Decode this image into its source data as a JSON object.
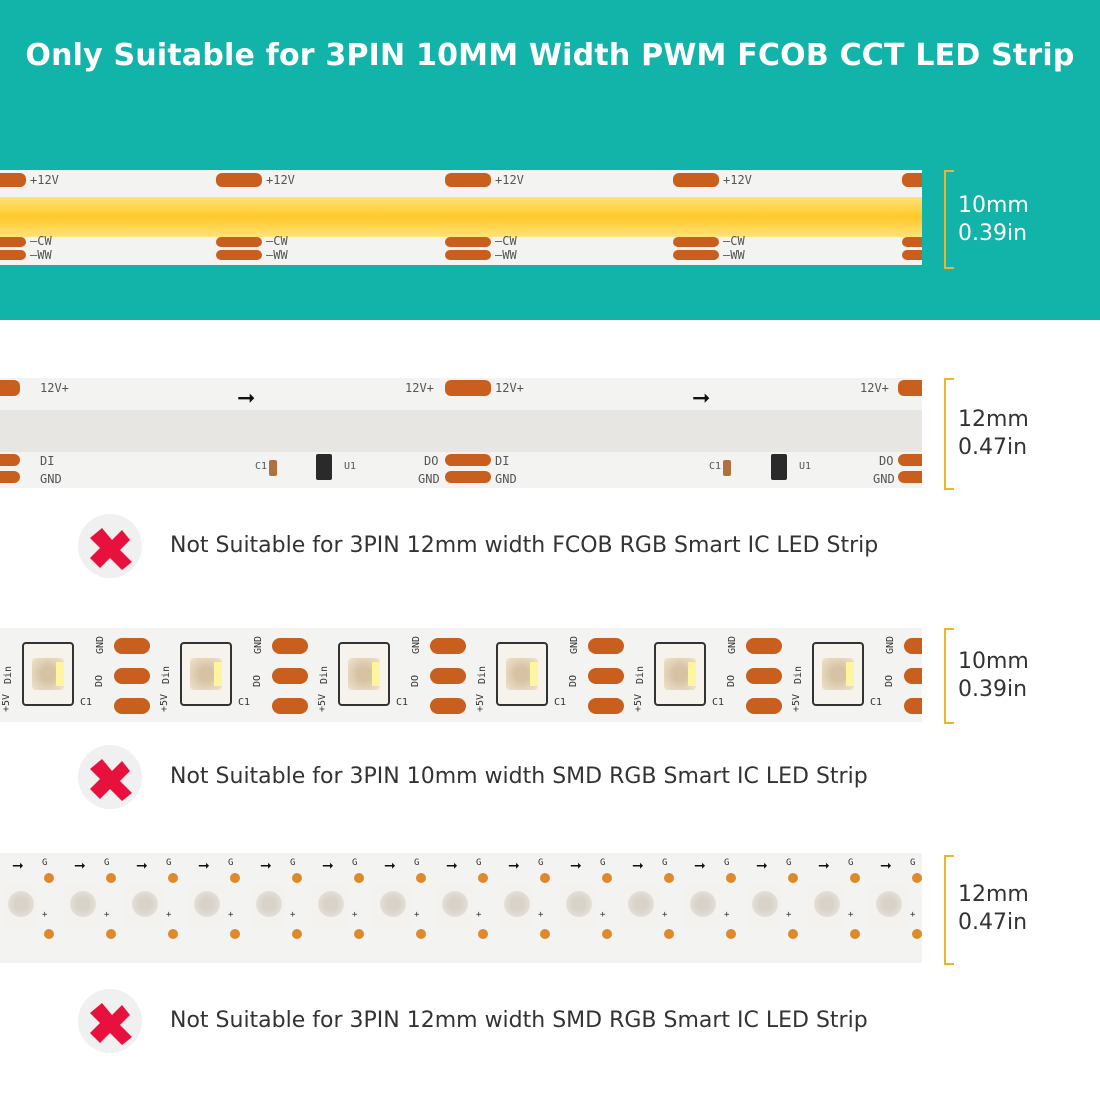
{
  "header": {
    "title": "Only Suitable for 3PIN 10MM Width PWM FCOB CCT LED Strip",
    "background_color": "#12b3a8"
  },
  "strips": [
    {
      "kind": "fcob-cct",
      "dimension_mm": "10mm",
      "dimension_in": "0.39in",
      "labels": {
        "top": "+12V",
        "cw": "—CW",
        "ww": "—WW"
      }
    },
    {
      "kind": "fcob-rgb-ic",
      "dimension_mm": "12mm",
      "dimension_in": "0.47in",
      "labels": {
        "v12": "12V+",
        "di": "DI",
        "gnd": "GND",
        "do": "DO",
        "c1": "C1",
        "u1": "U1"
      }
    },
    {
      "kind": "smd-rgb-ic-10mm",
      "dimension_mm": "10mm",
      "dimension_in": "0.39in",
      "labels": {
        "v5": "+5V",
        "din": "Din",
        "gnd": "GND",
        "do": "DO",
        "c1": "C1"
      }
    },
    {
      "kind": "smd-rgb-ic-12mm",
      "dimension_mm": "12mm",
      "dimension_in": "0.47in",
      "labels": {
        "g": "G",
        "plus": "+"
      }
    }
  ],
  "notes": [
    {
      "text": "Not Suitable for 3PIN 12mm width FCOB RGB Smart IC LED Strip",
      "icon": "red-x-icon"
    },
    {
      "text": "Not Suitable for 3PIN 10mm width SMD RGB Smart IC LED Strip",
      "icon": "red-x-icon"
    },
    {
      "text": "Not Suitable for 3PIN 12mm width SMD RGB Smart IC LED Strip",
      "icon": "red-x-icon"
    }
  ],
  "colors": {
    "accent_bracket": "#f0b42a",
    "copper_pad": "#c85f1e",
    "led_glow": "#ffd23a",
    "x_icon_red": "#e8103c"
  }
}
